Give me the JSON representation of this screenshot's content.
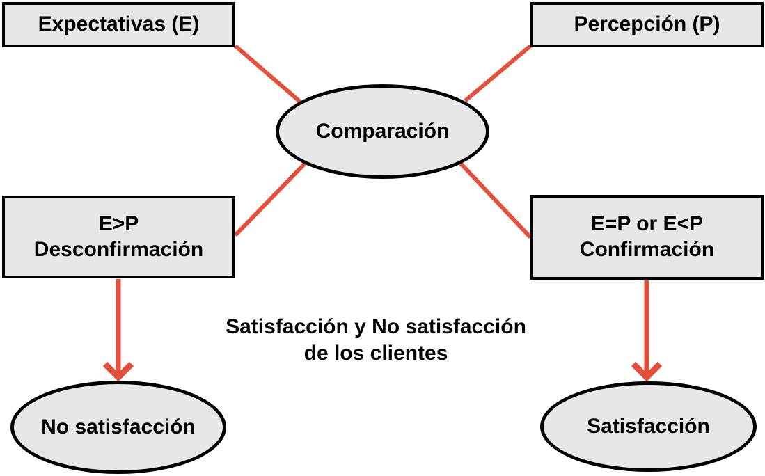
{
  "diagram": {
    "caption": {
      "line1": "Satisfacción y No satisfacción",
      "line2": "de los clientes"
    },
    "nodes": {
      "expectativas": {
        "label": "Expectativas (E)"
      },
      "percepcion": {
        "label": "Percepción (P)"
      },
      "comparacion": {
        "label": "Comparación"
      },
      "desconfirmacion": {
        "line1": "E>P",
        "line2": "Desconfirmación"
      },
      "confirmacion": {
        "line1": "E=P or E<P",
        "line2": "Confirmación"
      },
      "no_satisfaccion": {
        "label": "No satisfacción"
      },
      "satisfaccion": {
        "label": "Satisfacción"
      }
    },
    "colors": {
      "connector": "#E5503C",
      "node_fill": "#E7E7E7",
      "node_border": "#000000"
    }
  }
}
